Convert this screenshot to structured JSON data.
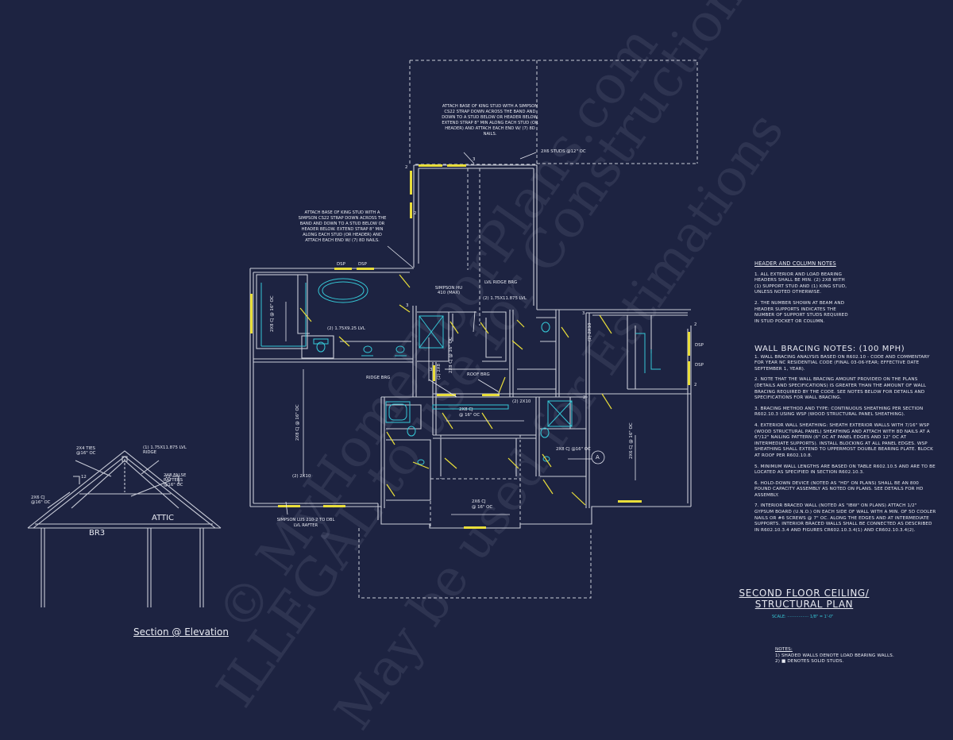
{
  "colors": {
    "background": "#1d2341",
    "lines": "#c9ccd8",
    "dimensions": "#e3e5ee",
    "load_bearing": "#e9de3a",
    "fixtures": "#35c7d6",
    "watermark": "rgba(190,195,215,0.11)"
  },
  "watermark": {
    "line1": "© MyHomeFloorPlans.com",
    "line2": "ILLEGAL to use for Construction",
    "line3": "May be used for Estimations"
  },
  "plan_title": {
    "line1": "SECOND FLOOR CEILING/",
    "line2": "STRUCTURAL PLAN",
    "scale_label": "SCALE:",
    "scale_value": "1/8\" = 1'-0\""
  },
  "section": {
    "title": "Section @ Elevation",
    "room": "BR3",
    "attic": "ATTIC",
    "ties": "2x4 TIES @16\" OC",
    "ridge": "(1) 1.75x11.875 LVL RIDGE",
    "rafters": "2x8 FALSE RAFTERS @16\" OC",
    "cj": "2x6 CJ @16\" OC",
    "pitch_num": "12",
    "pitch_num2": "12"
  },
  "callouts": {
    "top_king_stud": "ATTACH BASE OF KING STUD WITH A SIMPSON CS22 STRAP DOWN ACROSS THE BAND AND DOWN TO A STUD BELOW OR HEADER BELOW. EXTEND STRAP 8\" MIN ALONG EACH STUD (OR HEADER) AND ATTACH EACH END W/ (7) 8d NAILS.",
    "left_king_stud": "ATTACH BASE OF KING STUD WITH A SIMPSON CS22 STRAP DOWN ACROSS THE BAND AND DOWN TO A STUD BELOW OR HEADER BELOW. EXTEND STRAP 8\" MIN ALONG EACH STUD (OR HEADER) AND ATTACH EACH END W/ (7) 8d NAILS.",
    "simpson_lus": "SIMPSON LUS 210-2 TO DBL LVL RAFTER"
  },
  "plan_labels": {
    "studs": "2x6 STUDS @12\" OC",
    "dsp1": "DSP",
    "dsp2": "DSP",
    "dsp3": "DSP",
    "dsp4": "DSP",
    "simpson_hu": "SIMPSON HU 410 (MAX)",
    "lvl_ridge": "LVL RIDGE BRG",
    "lvl_1": "(2) 1.75x11.875 LVL",
    "lvl_2": "(2) 1.75x9.25 LVL",
    "ridge_brg": "RIDGE BRG",
    "roof_brg": "ROOF BRG",
    "x2x10_a": "(2) 2x10",
    "x2x10_b": "(2) 2x10",
    "x2x10_c": "(2) 2x10",
    "x2x8": "(2) 2x8",
    "cj_top": "2x8 CJ",
    "cj_top_oc": "@ 16\" OC",
    "cj_bottom": "2x6 CJ",
    "cj_bottom_oc": "@ 16\" OC",
    "cj_left": "2x8 CJ @ 16\" OC",
    "cj_master": "2x8 CJ @ 16\" OC",
    "cj_bath": "2x8 CJ @16\" OC",
    "cj_mid": "2x8 CJ @ 16\" OC",
    "cj_right": "2x6 CJ @ 16\" OC",
    "marker_a": "A",
    "n2a": "2",
    "n2b": "2",
    "n2c": "2",
    "n2d": "2",
    "n2e": "2",
    "n2f": "2",
    "n3a": "3",
    "n3b": "3",
    "n3c": "3",
    "n3d": "3"
  },
  "header_notes": {
    "title": "HEADER AND COLUMN NOTES",
    "items": [
      "1. ALL EXTERIOR AND LOAD BEARING HEADERS SHALL BE MIN. (2) 2x8 WITH (1) SUPPORT STUD AND (1) KING STUD, UNLESS NOTED OTHERWISE.",
      "2. THE NUMBER SHOWN AT BEAM AND HEADER SUPPORTS INDICATES THE NUMBER OF SUPPORT STUDS REQUIRED IN STUD POCKET OR COLUMN."
    ]
  },
  "bracing_notes": {
    "title": "WALL BRACING NOTES: (100 MPH)",
    "items": [
      "1. WALL BRACING ANALYSIS BASED ON R602.10 - CODE AND COMMENTARY FOR YEAR NC RESIDENTIAL CODE (FINAL 03-06-YEAR; EFFECTIVE DATE SEPTEMBER 1, YEAR).",
      "2. NOTE THAT THE WALL BRACING AMOUNT PROVIDED ON THE PLANS (DETAILS AND SPECIFICATIONS) IS GREATER THAN THE AMOUNT OF WALL BRACING REQUIRED BY THE CODE. SEE NOTES BELOW FOR DETAILS AND SPECIFICATIONS FOR WALL BRACING.",
      "3. BRACING METHOD AND TYPE: CONTINUOUS SHEATHING PER SECTION R602.10.3 USING WSP (WOOD STRUCTURAL PANEL SHEATHING).",
      "4. EXTERIOR WALL SHEATHING: SHEATH EXTERIOR WALLS WITH 7/16\" WSP (WOOD STRUCTURAL PANEL) SHEATHING AND ATTACH WITH 8d NAILS AT A 6\"/12\" NAILING PATTERN (6\" OC AT PANEL EDGES AND 12\" OC AT INTERMEDIATE SUPPORTS). INSTALL BLOCKING AT ALL PANEL EDGES. WSP SHEATHING SHALL EXTEND TO UPPERMOST DOUBLE BEARING PLATE. BLOCK AT ROOF PER R602.10.8.",
      "5. MINIMUM WALL LENGTHS ARE BASED ON TABLE R602.10.5 AND ARE TO BE LOCATED AS SPECIFIED IN SECTION R602.10.3.",
      "6. HOLD-DOWN DEVICE (NOTED AS \"HD\" ON PLANS) SHALL BE AN 800 POUND CAPACITY ASSEMBLY AS NOTED ON PLANS. SEE DETAILS FOR HD ASSEMBLY.",
      "7. INTERIOR BRACED WALL (NOTED AS \"IBW\" ON PLANS) ATTACH 1/2\" GYPSUM BOARD (U.N.O.) ON EACH SIDE OF WALL WITH A MIN. OF 5d COOLER NAILS OR #6 SCREWS @ 7\" OC. ALONG THE EDGES AND AT INTERMEDIATE SUPPORTS. INTERIOR BRACED WALLS SHALL BE CONNECTED AS DESCRIBED IN R602.10.3.4 AND FIGURES CR602.10.3.4(1) AND CR602.10.3.4(2)."
    ]
  },
  "footer_notes": {
    "title": "NOTES:",
    "items": [
      "1) SHADED WALLS DENOTE LOAD BEARING WALLS.",
      "2) ■ DENOTES SOLID STUDS."
    ]
  }
}
